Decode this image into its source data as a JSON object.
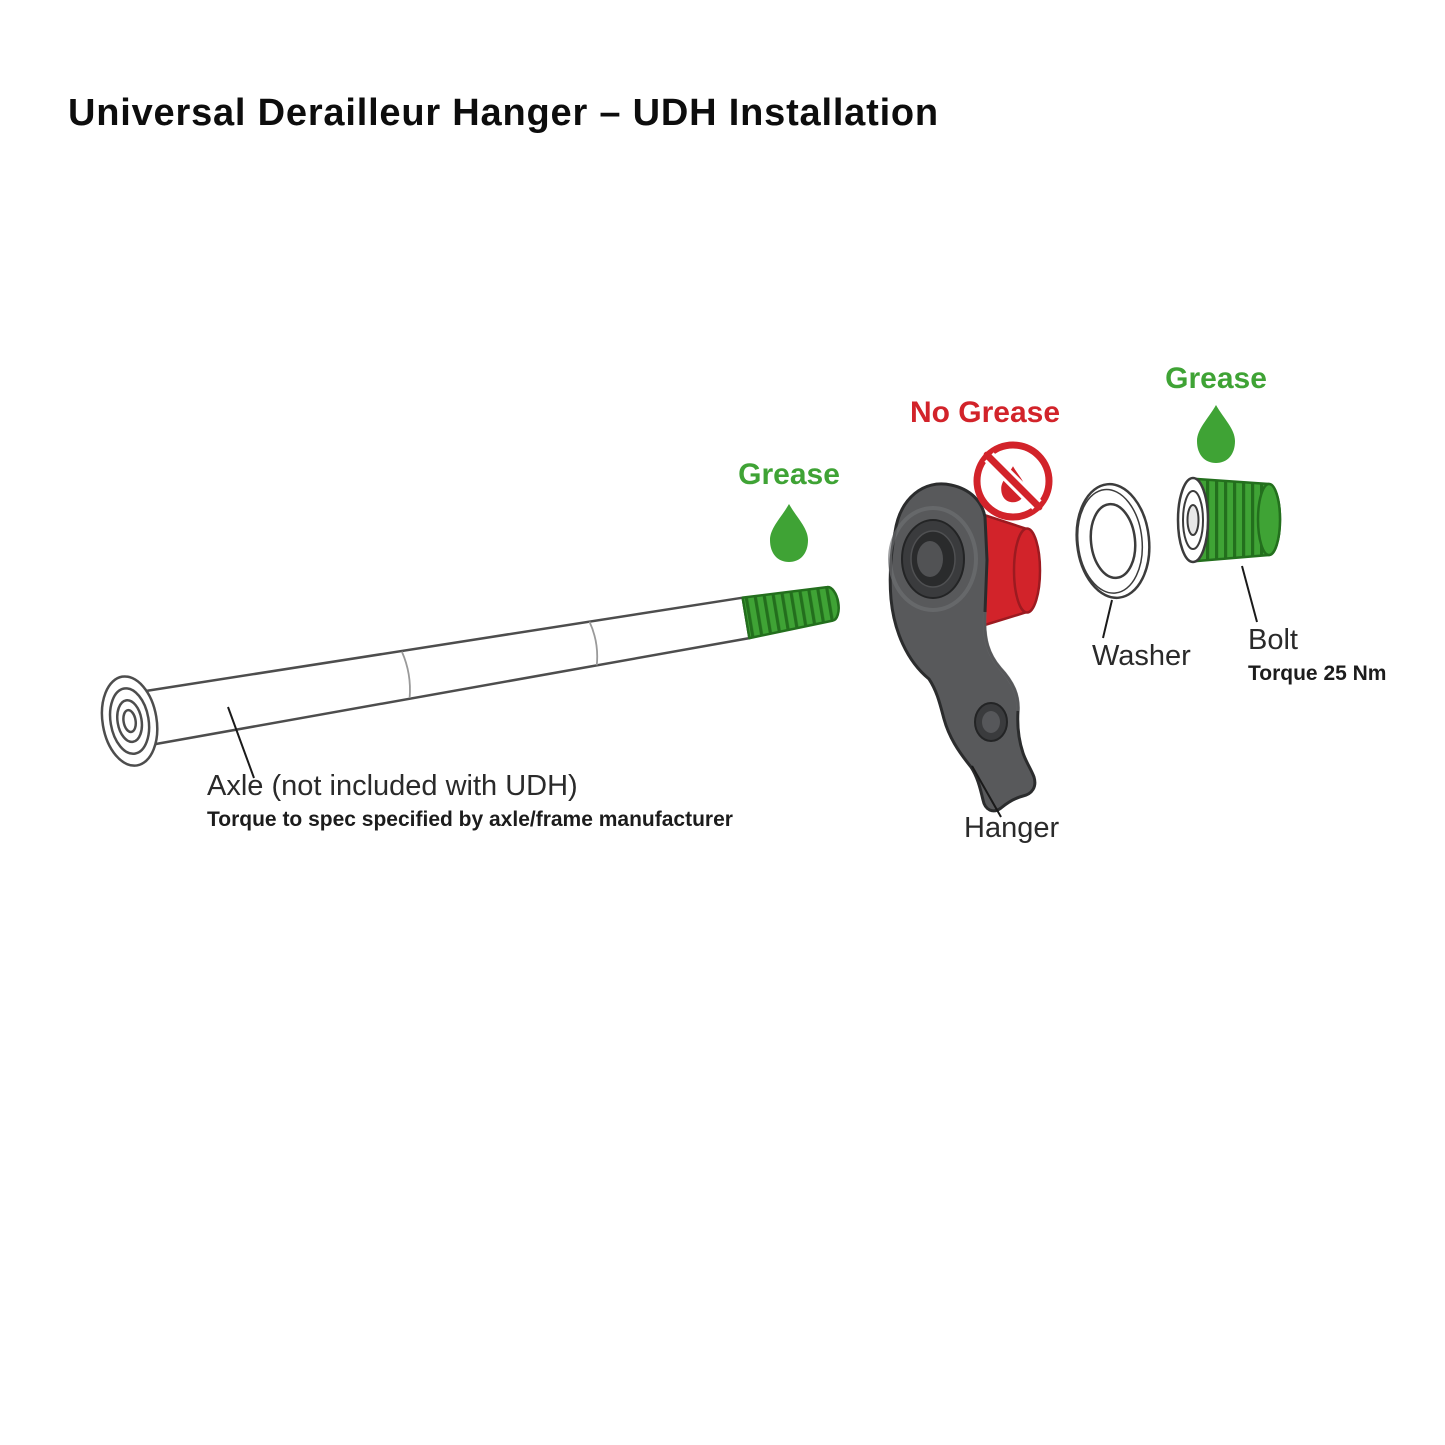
{
  "title": "Universal Derailleur Hanger – UDH Installation",
  "colors": {
    "green": "#3fa335",
    "green-dark": "#236f1d",
    "red": "#d2232a",
    "red-dark": "#9c1a20",
    "gray-body": "#58595b",
    "gray-edge": "#2b2c2d"
  },
  "annotations": {
    "grease_axle": {
      "label": "Grease"
    },
    "no_grease": {
      "label": "No Grease"
    },
    "grease_bolt": {
      "label": "Grease"
    },
    "axle": {
      "label": "Axle (not included with UDH)",
      "note": "Torque to spec specified by axle/frame manufacturer"
    },
    "hanger": {
      "label": "Hanger"
    },
    "washer": {
      "label": "Washer"
    },
    "bolt": {
      "label": "Bolt",
      "note": "Torque 25 Nm"
    }
  }
}
